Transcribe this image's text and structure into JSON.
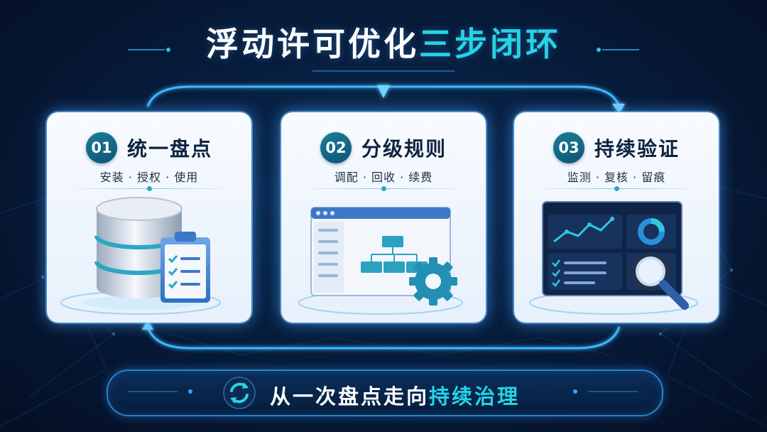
{
  "title": {
    "main": "浮动许可优化",
    "highlight": "三步闭环"
  },
  "colors": {
    "accent": "#25d3e6",
    "badge": "#0f6584",
    "background": "#071d3d",
    "card_glow": "#4aa8ff"
  },
  "cards": [
    {
      "num": "01",
      "title": "统一盘点",
      "sub": "安装 · 授权 · 使用",
      "icon": "database-checklist-icon"
    },
    {
      "num": "02",
      "title": "分级规则",
      "sub": "调配 · 回收 · 续费",
      "icon": "flowchart-gear-icon"
    },
    {
      "num": "03",
      "title": "持续验证",
      "sub": "监测 · 复核 · 留痕",
      "icon": "dashboard-magnifier-icon"
    }
  ],
  "footer": {
    "main": "从一次盘点走向",
    "highlight": "持续治理",
    "icon": "refresh-cycle-icon"
  }
}
